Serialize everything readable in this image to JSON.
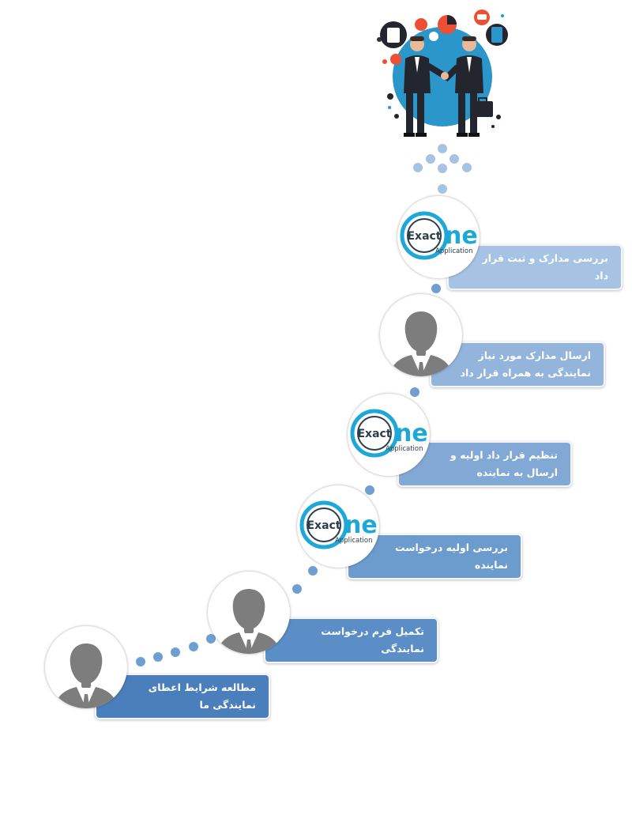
{
  "header_illustration": {
    "icon": "business-handshake-illustration",
    "colors": {
      "circle": "#2a96c9",
      "suit": "#23262f",
      "accent": "#ec4f33"
    }
  },
  "logo": {
    "text_exact": "Exact",
    "text_one": "ne",
    "text_app": "Application",
    "colors": {
      "blue": "#1ea8d8",
      "dark": "#2b3e4c"
    }
  },
  "steps": [
    {
      "label": "مطالعه شرایط اعطای نمایندگی ما",
      "icon": "person-silhouette-icon",
      "color": "#4a7fbb"
    },
    {
      "label": "تکمیل فرم درخواست نمایندگی",
      "icon": "person-silhouette-icon",
      "color": "#5b8ec6"
    },
    {
      "label": "بررسی اولیه درخواست نماینده",
      "icon": "exact-one-logo-icon",
      "color": "#6c9bcd"
    },
    {
      "label": "تنظیم قرار داد اولیه و ارسال به نماینده",
      "icon": "exact-one-logo-icon",
      "color": "#82a9d5"
    },
    {
      "label": "ارسال مدارک مورد نیاز نمایندگی به همراه قرار داد",
      "icon": "person-silhouette-icon",
      "color": "#93b5dc"
    },
    {
      "label": "بررسی مدارک و ثبت قرار داد",
      "icon": "exact-one-logo-icon",
      "color": "#a7c3e3"
    }
  ],
  "dot_color": "#6f9fd0"
}
